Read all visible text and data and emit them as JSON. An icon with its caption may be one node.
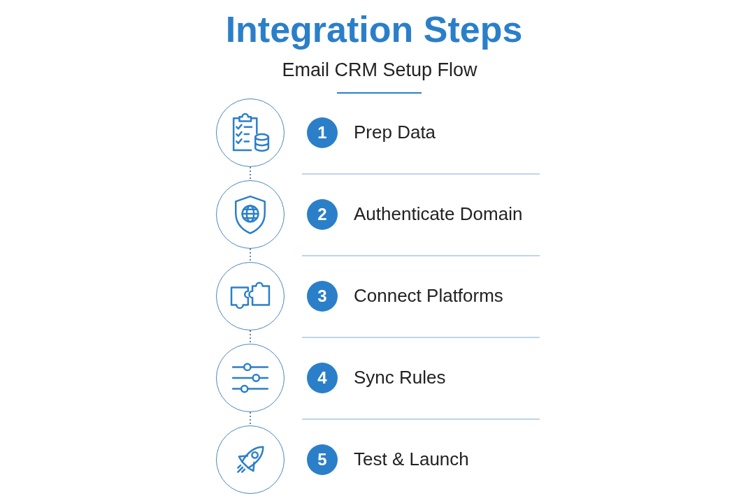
{
  "diagram": {
    "title": "Integration Steps",
    "nodes": [
      {
        "text": [],
        "shape": "circle"
      },
      {
        "text": [
          "1"
        ],
        "beside": [
          "Prep Data"
        ]
      },
      {
        "text": [],
        "shape": "circle"
      },
      {
        "text": [
          "2"
        ],
        "beside": [
          "Authenticate Domain"
        ]
      },
      {
        "text": [],
        "shape": "circle"
      },
      {
        "text": [
          "3"
        ],
        "beside": [
          "Connect Platforms"
        ]
      },
      {
        "text": [],
        "shape": "circle"
      },
      {
        "text": [
          "4"
        ],
        "beside": [
          "Sync Rules"
        ]
      },
      {
        "text": [],
        "shape": "circle"
      },
      {
        "text": [
          "5"
        ],
        "beside": [
          "Test & Launch"
        ]
      }
    ],
    "edges": [
      {
        "from": 0,
        "to": 2,
        "arrow": "none",
        "style": "dashed"
      },
      {
        "from": 2,
        "to": 4,
        "arrow": "none",
        "style": "dashed"
      },
      {
        "from": 4,
        "to": 6,
        "arrow": "none",
        "style": "dashed"
      },
      {
        "from": 6,
        "to": 8,
        "arrow": "none",
        "style": "dashed"
      }
    ],
    "labels": [
      "Email CRM Setup Flow"
    ]
  }
}
